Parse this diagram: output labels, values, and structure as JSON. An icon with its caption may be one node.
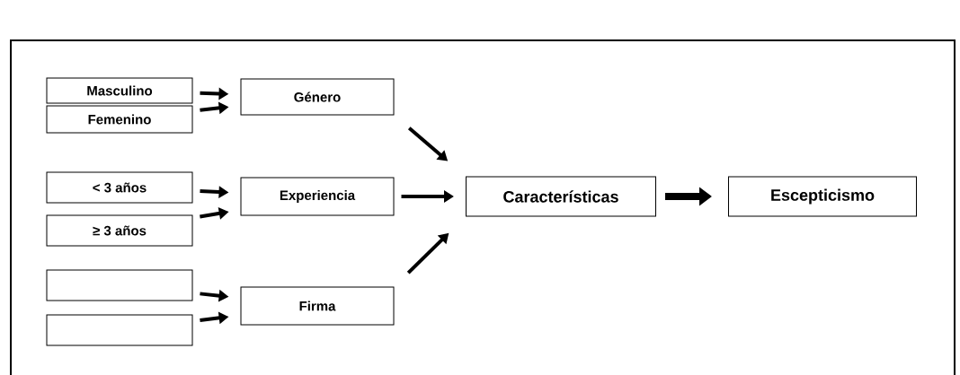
{
  "diagram": {
    "nodes": [
      {
        "text": [
          "Masculino"
        ]
      },
      {
        "text": [
          "Femenino"
        ]
      },
      {
        "text": [
          "Género"
        ]
      },
      {
        "text": [
          "< 3 años"
        ]
      },
      {
        "text": [
          "≥ 3 años"
        ]
      },
      {
        "text": [
          "Experiencia"
        ]
      },
      {
        "text": [],
        "shape": "box"
      },
      {
        "text": [],
        "shape": "box"
      },
      {
        "text": [
          "Firma"
        ]
      },
      {
        "text": [
          "Características"
        ]
      },
      {
        "text": [
          "Escepticismo"
        ]
      }
    ],
    "edges": [
      {
        "from": 0,
        "to": 2,
        "arrow": "to"
      },
      {
        "from": 1,
        "to": 2,
        "arrow": "to"
      },
      {
        "from": 3,
        "to": 5,
        "arrow": "to"
      },
      {
        "from": 4,
        "to": 5,
        "arrow": "to"
      },
      {
        "from": 6,
        "to": 8,
        "arrow": "to"
      },
      {
        "from": 7,
        "to": 8,
        "arrow": "to"
      },
      {
        "from": 2,
        "to": 9,
        "arrow": "to"
      },
      {
        "from": 5,
        "to": 9,
        "arrow": "to"
      },
      {
        "from": 8,
        "to": 9,
        "arrow": "to"
      },
      {
        "from": 9,
        "to": 10,
        "arrow": "to",
        "style": "thick"
      }
    ]
  }
}
